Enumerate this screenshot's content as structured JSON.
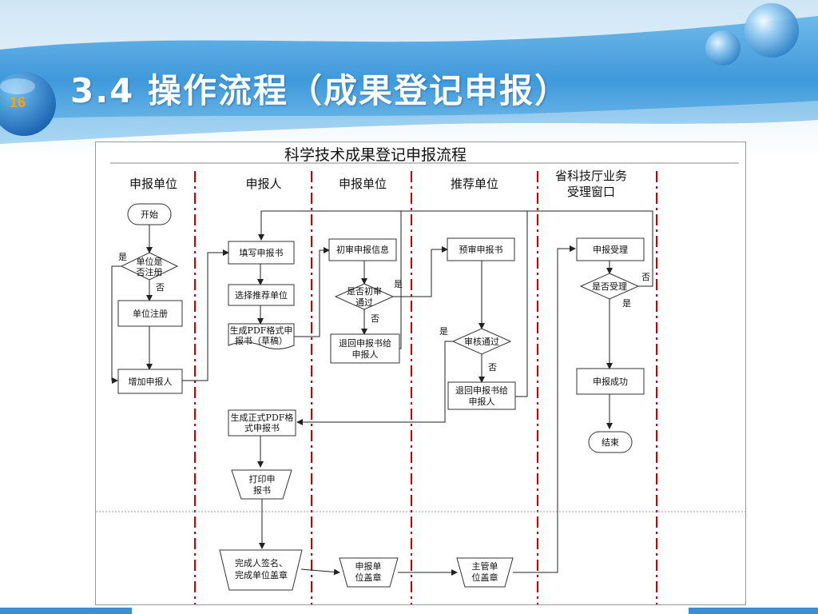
{
  "slide": {
    "number": "16",
    "title": "3.4 操作流程（成果登记申报）"
  },
  "colors": {
    "banner_blue": "#4aa3e0",
    "lane_divider": "#cc0000",
    "slide_number": "#ffa400"
  },
  "flowchart": {
    "title": "科学技术成果登记申报流程",
    "lanes": {
      "lane1": "申报单位",
      "lane2": "申报人",
      "lane3": "申报单位",
      "lane4": "推荐单位",
      "lane5_line1": "省科技厅业务",
      "lane5_line2": "受理窗口"
    },
    "nodes": {
      "start": "开始",
      "unit_registered_q1": "单位是",
      "unit_registered_q2": "否注册",
      "unit_register": "单位注册",
      "add_applicant": "增加申报人",
      "fill_form": "填写申报书",
      "choose_recommender": "选择推荐单位",
      "gen_draft_pdf_1": "生成PDF格式申",
      "gen_draft_pdf_2": "报书（草稿）",
      "first_review_info": "初审申报信息",
      "first_review_q1": "是否初审",
      "first_review_q2": "通过",
      "return_to_applicant_1a": "退回申报书给",
      "return_to_applicant_1b": "申报人",
      "pre_review": "预审申报书",
      "review_pass_q": "审核通过",
      "return_to_applicant_2a": "退回申报书给",
      "return_to_applicant_2b": "申报人",
      "gen_formal_pdf_1": "生成正式PDF格",
      "gen_formal_pdf_2": "式申报书",
      "print_1": "打印申",
      "print_2": "报书",
      "sign_seal_1": "完成人签名、",
      "sign_seal_2": "完成单位盖章",
      "unit_seal_1": "申报单",
      "unit_seal_2": "位盖章",
      "dept_seal_1": "主管单",
      "dept_seal_2": "位盖章",
      "accept": "申报受理",
      "accept_q": "是否受理",
      "success": "申报成功",
      "end": "结束"
    },
    "labels": {
      "yes": "是",
      "no": "否"
    }
  }
}
